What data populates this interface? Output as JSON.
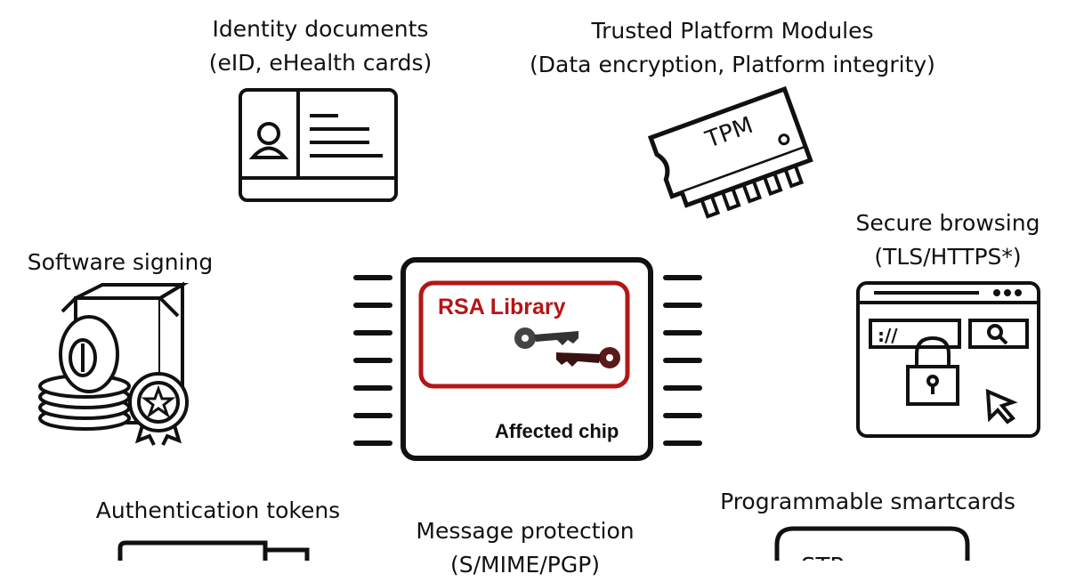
{
  "center": {
    "library_label": "RSA Library",
    "chip_label": "Affected chip"
  },
  "uses": [
    {
      "id": "identity",
      "line1": "Identity documents",
      "line2": "(eID, eHealth cards)",
      "icon": "id-card-icon"
    },
    {
      "id": "tpm",
      "line1": "Trusted Platform Modules",
      "line2": "(Data encryption, Platform integrity)",
      "icon": "tpm-chip-icon",
      "icon_text": "TPM"
    },
    {
      "id": "software",
      "line1": "Software signing",
      "line2": "",
      "icon": "software-box-icon"
    },
    {
      "id": "browsing",
      "line1": "Secure browsing",
      "line2": "(TLS/HTTPS*)",
      "icon": "browser-lock-icon",
      "icon_text": "://"
    },
    {
      "id": "auth",
      "line1": "Authentication tokens",
      "line2": "",
      "icon": "usb-token-icon"
    },
    {
      "id": "message",
      "line1": "Message protection",
      "line2": "(S/MIME/PGP)",
      "icon": ""
    },
    {
      "id": "smartcards",
      "line1": "Programmable smartcards",
      "line2": "",
      "icon": "smartcard-icon",
      "icon_text": "STP"
    }
  ],
  "colors": {
    "accent": "#b31616",
    "stroke": "#111111"
  }
}
